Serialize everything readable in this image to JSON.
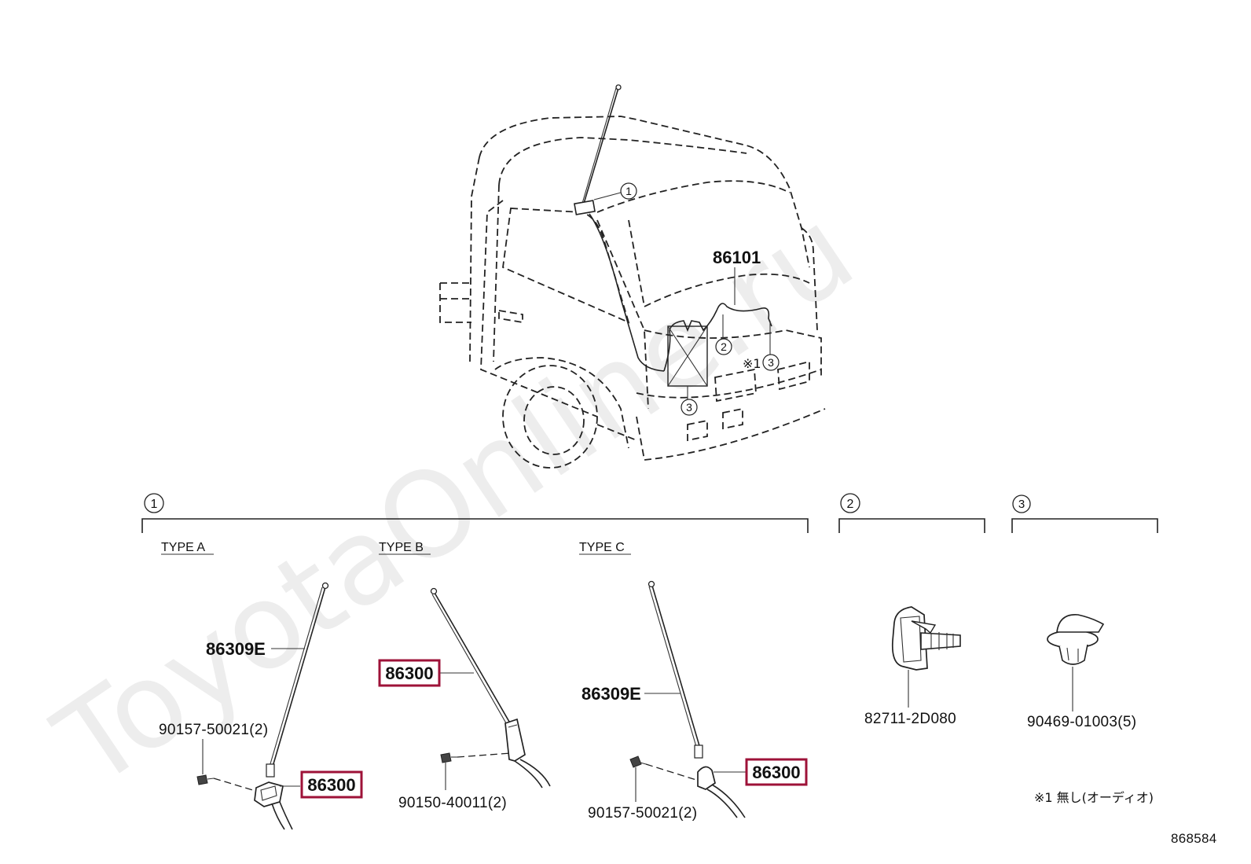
{
  "watermark": "ToyotaOnline.ru",
  "diagram_id": "868584",
  "callouts": {
    "c1": "1",
    "c2": "2",
    "c3": "3"
  },
  "vehicle": {
    "part_86101": "86101",
    "note_mark": "※1"
  },
  "sections": {
    "s1": {
      "number": "1",
      "types": {
        "a": {
          "title": "TYPE A",
          "antenna": "86309E",
          "screw": "90157-50021(2)",
          "base": "86300"
        },
        "b": {
          "title": "TYPE B",
          "antenna": "86300",
          "screw": "90150-40011(2)"
        },
        "c": {
          "title": "TYPE C",
          "antenna": "86309E",
          "screw": "90157-50021(2)",
          "base": "86300"
        }
      }
    },
    "s2": {
      "number": "2",
      "part": "82711-2D080"
    },
    "s3": {
      "number": "3",
      "part": "90469-01003(5)"
    }
  },
  "footnote": "※1 無し(オーディオ)",
  "colors": {
    "highlight": "#9e1238",
    "line": "#222222"
  }
}
